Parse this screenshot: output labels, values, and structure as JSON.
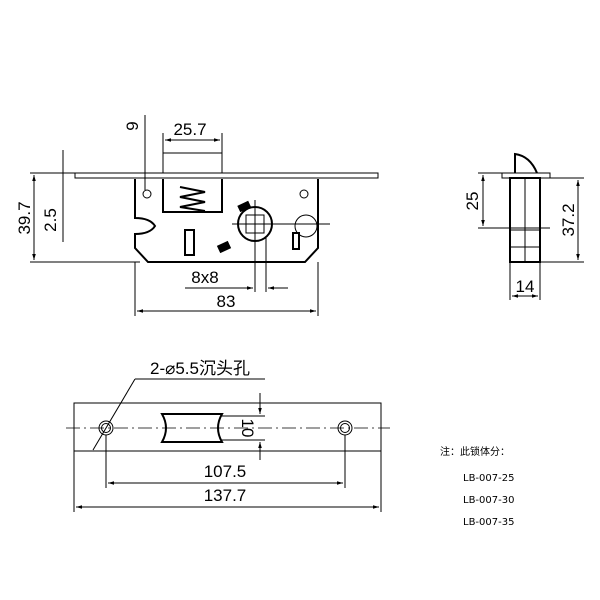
{
  "front_view": {
    "dims": {
      "height_total": "39.7",
      "plate_thickness": "2.5",
      "latch_offset": "9",
      "latch_width": "25.7",
      "spindle": "8x8",
      "body_width": "83"
    }
  },
  "side_view": {
    "dims": {
      "latch_to_plate": "25",
      "height": "37.2",
      "width": "14"
    }
  },
  "strike_plate": {
    "hole_label": "2-⌀5.5沉头孔",
    "dims": {
      "slot_height": "10",
      "hole_spacing": "107.5",
      "length": "137.7"
    }
  },
  "notes": {
    "title": "注：此锁体分：",
    "models": [
      "LB-007-25",
      "LB-007-30",
      "LB-007-35"
    ]
  }
}
